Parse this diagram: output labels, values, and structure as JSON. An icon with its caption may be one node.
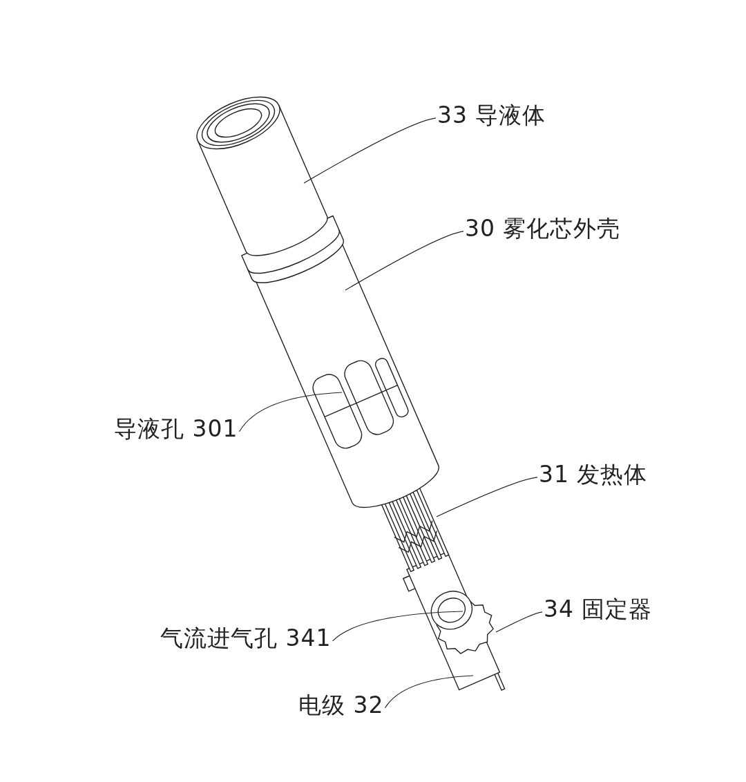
{
  "diagram": {
    "nodes": [
      {
        "text": [
          "33 导液体"
        ]
      },
      {
        "text": [
          "30 雾化芯外壳"
        ]
      },
      {
        "text": [
          "导液孔 301"
        ]
      },
      {
        "text": [
          "31 发热体"
        ]
      },
      {
        "text": [
          "34 固定器"
        ]
      },
      {
        "text": [
          "气流进气孔 341"
        ]
      },
      {
        "text": [
          "电级 32"
        ]
      }
    ],
    "edges": [
      {
        "from": 0,
        "to": null,
        "arrow": "none"
      },
      {
        "from": 1,
        "to": null,
        "arrow": "none"
      },
      {
        "from": 2,
        "to": null,
        "arrow": "none"
      },
      {
        "from": 3,
        "to": null,
        "arrow": "none"
      },
      {
        "from": 4,
        "to": null,
        "arrow": "none"
      },
      {
        "from": 5,
        "to": null,
        "arrow": "none"
      },
      {
        "from": 6,
        "to": null,
        "arrow": "none"
      }
    ]
  }
}
